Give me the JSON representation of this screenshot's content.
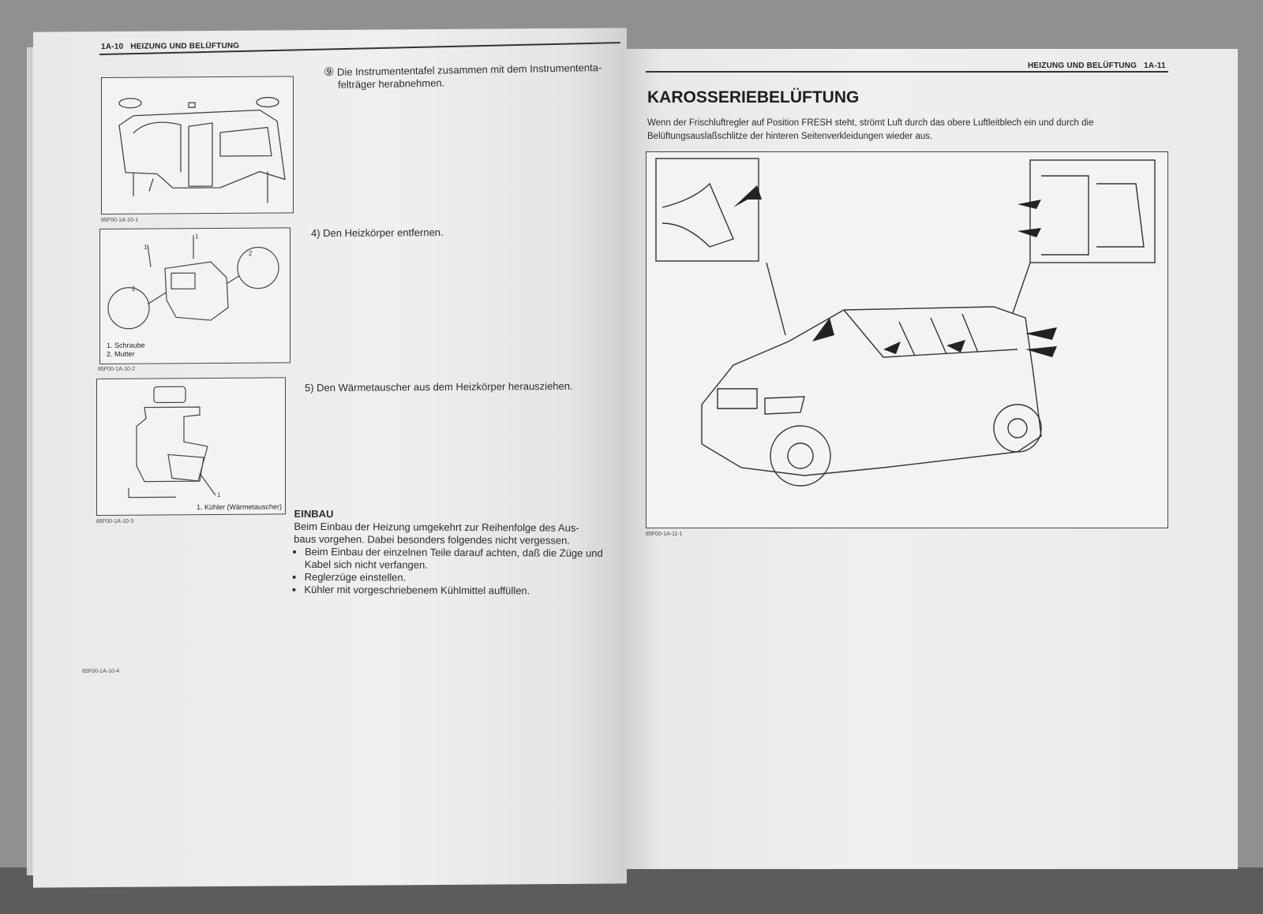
{
  "left_page": {
    "header": {
      "page_number": "1A-10",
      "section": "HEIZUNG UND BELÜFTUNG"
    },
    "step_9": {
      "marker": "⑨",
      "text": "Die Instrumententafel zusammen mit dem Instrumententa-",
      "text_line2": "felträger herabnehmen."
    },
    "figure_1": {
      "id": "85F00-1A-10-1"
    },
    "step_4": {
      "text": "4)  Den Heizkörper entfernen."
    },
    "figure_2": {
      "id": "85F00-1A-10-2",
      "callout_1": "1",
      "callout_2": "2",
      "legend": [
        "1.  Schraube",
        "2.  Mutter"
      ]
    },
    "step_5": {
      "text": "5)  Den Wärmetauscher aus dem Heizkörper herausziehen."
    },
    "figure_3": {
      "id": "85F00-1A-10-3",
      "callout_1": "1",
      "legend": "1.  Kühler (Wärmetauscher)"
    },
    "einbau": {
      "heading": "EINBAU",
      "paragraph_line1": "Beim Einbau der Heizung umgekehrt zur Reihenfolge des Aus-",
      "paragraph_line2": "baus vorgehen. Dabei besonders folgendes nicht vergessen.",
      "bullets": [
        "Beim Einbau der einzelnen Teile darauf achten, daß die Züge und Kabel sich nicht verfangen.",
        "Reglerzüge einstellen.",
        "Kühler mit vorgeschriebenem Kühlmittel auffüllen."
      ]
    },
    "figure_4": {
      "id": "85F00-1A-10-4"
    }
  },
  "right_page": {
    "header": {
      "section": "HEIZUNG UND BELÜFTUNG",
      "page_number": "1A-11"
    },
    "title": "KAROSSERIEBELÜFTUNG",
    "paragraph_line1": "Wenn der Frischluftregler auf Position FRESH steht, strömt Luft durch das obere Luftleitblech ein und durch die",
    "paragraph_line2": "Belüftungsauslaßschlitze der hinteren Seitenverkleidungen wieder aus.",
    "figure": {
      "id": "85F00-1A-11-1"
    }
  }
}
